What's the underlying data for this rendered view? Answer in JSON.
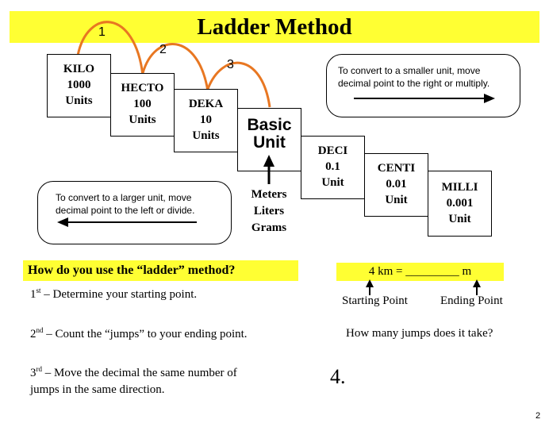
{
  "title": "Ladder Method",
  "jumps": [
    "1",
    "2",
    "3"
  ],
  "steps": [
    {
      "lines": [
        "KILO",
        "1000",
        "Units"
      ]
    },
    {
      "lines": [
        "HECTO",
        "100",
        "Units"
      ]
    },
    {
      "lines": [
        "DEKA",
        "10",
        "Units"
      ]
    },
    {
      "lines": [
        "Basic",
        "Unit"
      ]
    },
    {
      "lines": [
        "DECI",
        "0.1",
        "Unit"
      ]
    },
    {
      "lines": [
        "CENTI",
        "0.01",
        "Unit"
      ]
    },
    {
      "lines": [
        "MILLI",
        "0.001",
        "Unit"
      ]
    }
  ],
  "base_units": [
    "Meters",
    "Liters",
    "Grams"
  ],
  "notes": {
    "smaller": [
      "To convert to a smaller unit, move",
      "decimal  point to the right or multiply."
    ],
    "larger": [
      "To convert to a larger unit, move",
      "decimal  point to the left or divide."
    ]
  },
  "question": "How do you use the “ladder” method?",
  "instructions": [
    {
      "ord": "1",
      "sup": "st",
      "text": " – Determine your starting point."
    },
    {
      "ord": "2",
      "sup": "nd",
      "text": " – Count the “jumps” to your ending point."
    },
    {
      "ord": "3",
      "sup": "rd",
      "text": " – Move the decimal the same number of",
      "text2": "jumps in the same direction."
    }
  ],
  "example": {
    "expression": "4 km = _________ m",
    "start_label": "Starting Point",
    "end_label": "Ending Point",
    "question": "How many jumps does it take?",
    "answer": "4."
  },
  "page_number": "2",
  "colors": {
    "highlight": "#ffff33",
    "arc": "#e87722"
  }
}
